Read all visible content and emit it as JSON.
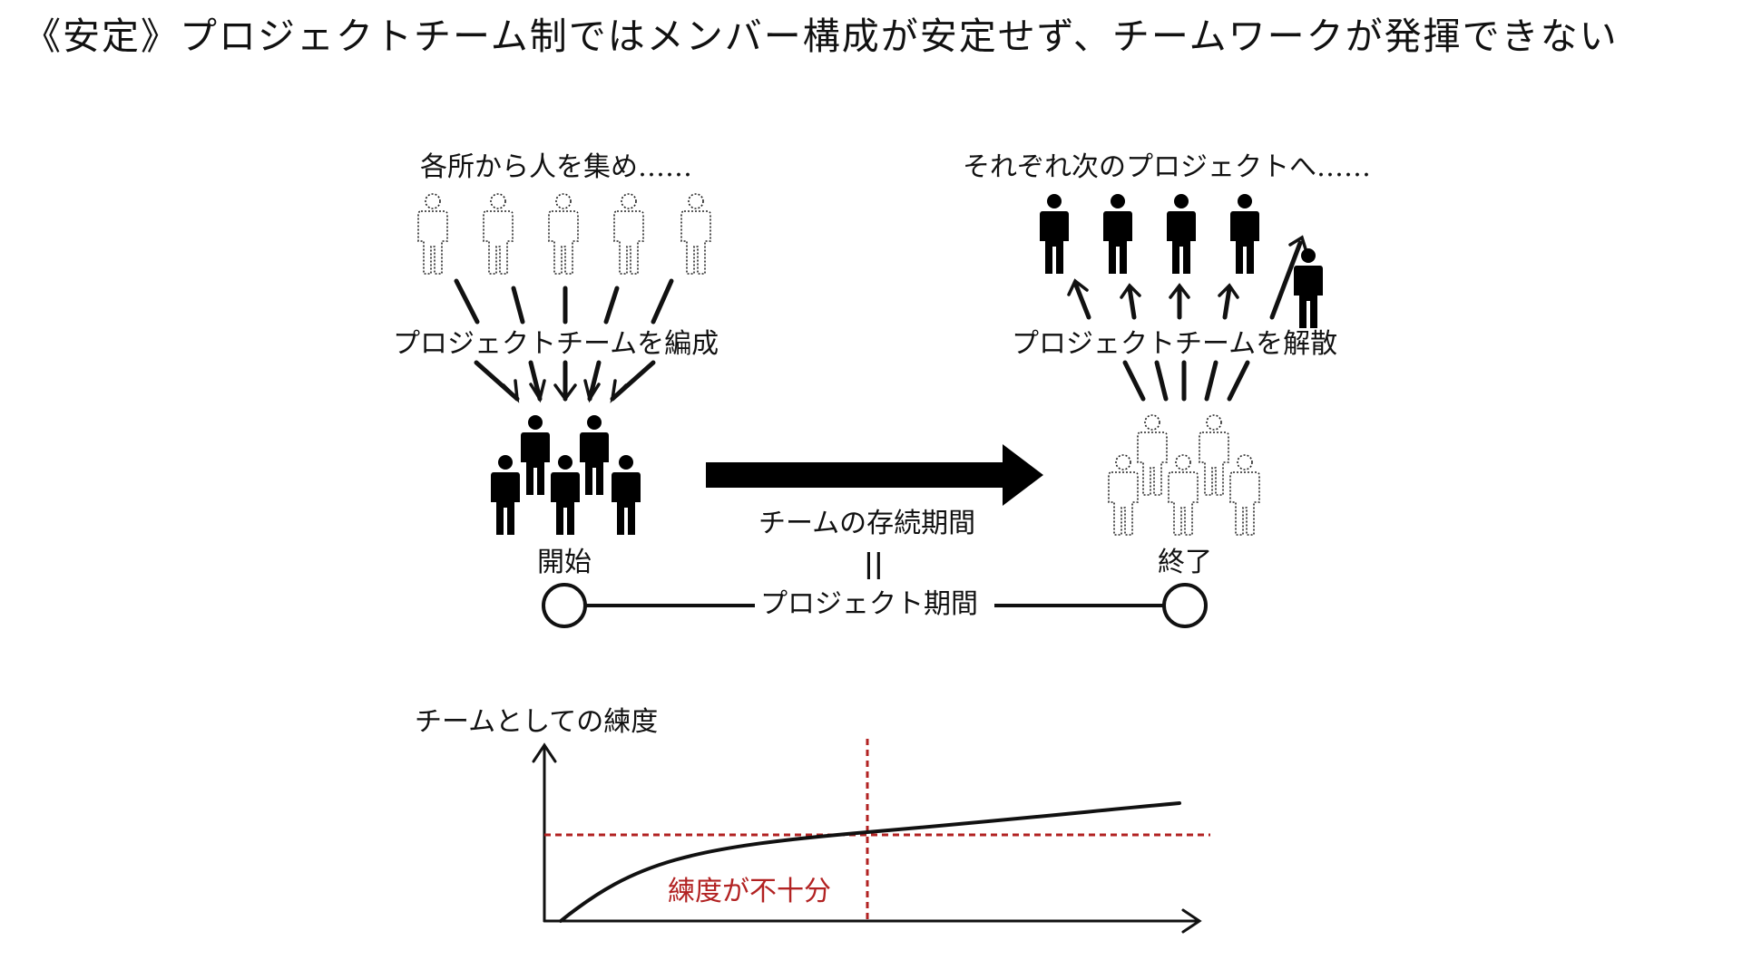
{
  "slide": {
    "title": "《安定》プロジェクトチーム制ではメンバー構成が安定せず、チームワークが発揮できない"
  },
  "diagram": {
    "left_caption": "各所から人を集め……",
    "right_caption": "それぞれ次のプロジェクトへ……",
    "form_label": "プロジェクトチームを編成",
    "disband_label": "プロジェクトチームを解散",
    "team_lifetime_label": "チームの存続期間",
    "equals_sign": "||",
    "project_period_label": "プロジェクト期間",
    "start_label": "開始",
    "end_label": "終了"
  },
  "graph": {
    "ylabel": "チームとしての練度",
    "annotation": "練度が不十分",
    "threshold_color": "#b22222",
    "curve_color": "#111111"
  }
}
